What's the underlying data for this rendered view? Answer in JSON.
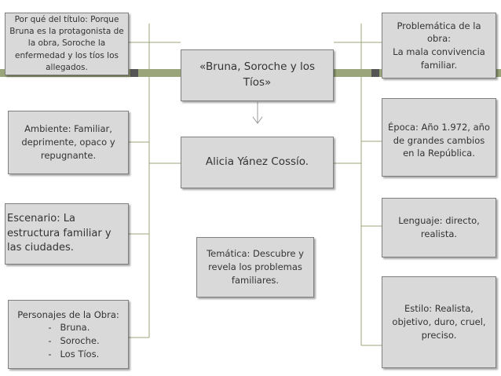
{
  "center": {
    "title": "«Bruna, Soroche y los Tíos»",
    "author": "Alicia Yánez Cossío.",
    "tematica": "Temática: Descubre y revela los problemas familiares."
  },
  "left": {
    "porque": "Por qué del título: Porque Bruna es la protagonista de la obra, Soroche la enfermedad y los tíos los allegados.",
    "ambiente": "Ambiente: Familiar, deprimente, opaco y repugnante.",
    "escenario": "Escenario: La estructura familiar y las ciudades.",
    "personajes": {
      "heading": "Personajes de la Obra:",
      "items": [
        "Bruna.",
        "Soroche.",
        "Los Tíos."
      ]
    }
  },
  "right": {
    "problematica_1": "Problemática de la obra:",
    "problematica_2": "La mala convivencia familiar.",
    "epoca": "Época: Año 1.972, año de grandes cambios en la República.",
    "lenguaje": "Lenguaje: directo, realista.",
    "estilo": "Estilo: Realista, objetivo, duro, cruel, preciso."
  },
  "colors": {
    "band": "#9aa67a",
    "box_fill": "#d9d9d9",
    "box_border": "#7f7f7f"
  }
}
